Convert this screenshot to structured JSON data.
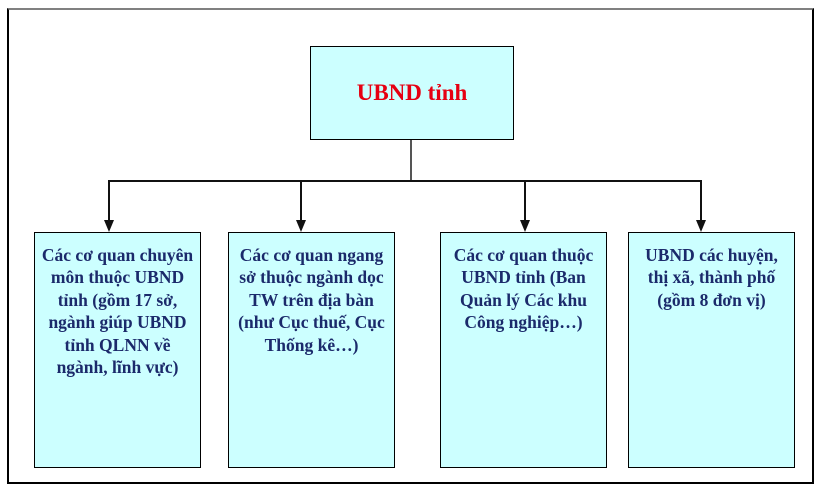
{
  "diagram": {
    "title": "UBND tinh organizational structure chart",
    "colors": {
      "node_fill": "#ccffff",
      "node_border": "#000000",
      "root_text": "#e60012",
      "child_text": "#1b2a6b",
      "connector": "#111111",
      "trunk": "#555555",
      "frame_top": "#808080",
      "frame_edge": "#000000",
      "background": "#ffffff"
    },
    "root": {
      "label": "UBND tỉnh"
    },
    "children": [
      {
        "label": "Các cơ quan chuyên môn thuộc UBND tỉnh (gồm 17 sở, ngành giúp UBND tỉnh QLNN về ngành, lĩnh vực)"
      },
      {
        "label": "Các cơ quan ngang sở thuộc ngành dọc TW trên địa bàn (như Cục thuế, Cục Thống kê…)"
      },
      {
        "label": "Các cơ quan thuộc UBND tỉnh (Ban Quản lý Các khu Công nghiệp…)"
      },
      {
        "label": "UBND các huyện, thị xã, thành phố (gồm 8 đơn vị)"
      }
    ]
  }
}
